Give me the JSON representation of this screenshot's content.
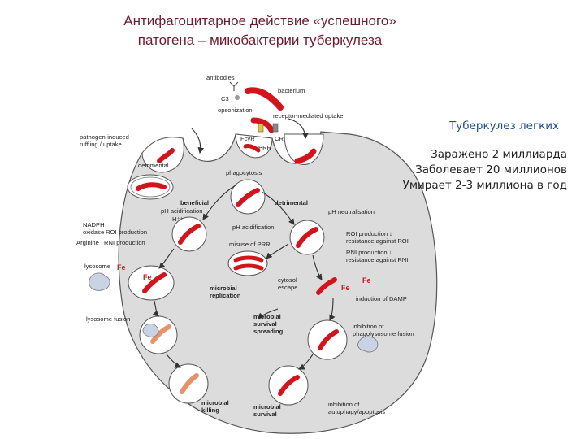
{
  "title": {
    "line1": "Антифагоцитарное действие «успешного»",
    "line2": "патогена – микобактерии туберкулеза"
  },
  "side_panel": {
    "heading": "Туберкулез легких",
    "lines": [
      "Заражено 2 миллиарда",
      "Заболевает 20 миллионов",
      "Умирает 2-3 миллиона в год"
    ]
  },
  "diagram": {
    "labels": {
      "antibodies": "antibodies",
      "bacterium": "bacterium",
      "c3": "C3",
      "opsonization": "opsonization",
      "receptor_uptake": "receptor-mediated uptake",
      "pathogen_ruffling_1": "pathogen-induced",
      "pathogen_ruffling_2": "ruffling / uptake",
      "fcyr": "FcγR",
      "cr": "CR",
      "prr": "PRR",
      "detrimental_top": "detrimental",
      "phagocytosis": "phagocytosis",
      "beneficial": "beneficial",
      "detrimental_mid": "detrimental",
      "ph_acid_left": "pH acidification",
      "ph_acid_mid": "pH acidification",
      "ph_neutral": "pH neutralisation",
      "nadph_1": "NADPH",
      "nadph_2": "oxidase",
      "roi_prod_left": "ROI production",
      "arginine": "Arginine",
      "rni_prod_left": "RNI production",
      "h_plus": "H⁺⁺",
      "roi_prod_right": "ROI production ↓",
      "resist_roi": "resistance against ROI",
      "rni_prod_right": "RNI production ↓",
      "resist_rni": "resistance against RNI",
      "lysosome": "lysosome",
      "fe_1": "Fe",
      "fe_2": "Fe",
      "fe_3": "Fe",
      "fe_4": "Fe",
      "misuse_prr": "misuse of PRR",
      "microbial_replication_1": "microbial",
      "microbial_replication_2": "replication",
      "cytosol_1": "cytosol",
      "cytosol_2": "escape",
      "induction_damp": "induction of DAMP",
      "lysosome_fusion": "lysosome fusion",
      "survival_spread_1": "microbial",
      "survival_spread_2": "survival",
      "survival_spread_3": "spreading",
      "inhibition_phago_1": "inhibition of",
      "inhibition_phago_2": "phagolysosome fusion",
      "microbial_killing_1": "microbial",
      "microbial_killing_2": "killing",
      "microbial_survival_1": "microbial",
      "microbial_survival_2": "survival",
      "inhibition_auto_1": "inhibition of",
      "inhibition_auto_2": "autophagy/apoptosis"
    },
    "colors": {
      "bacterium": "#d3141c",
      "killed_bacterium": "#e8926a",
      "cell_fill": "#dcdcdc",
      "vacuole_fill": "#ffffff",
      "outline": "#555555",
      "arrow": "#333333"
    }
  }
}
